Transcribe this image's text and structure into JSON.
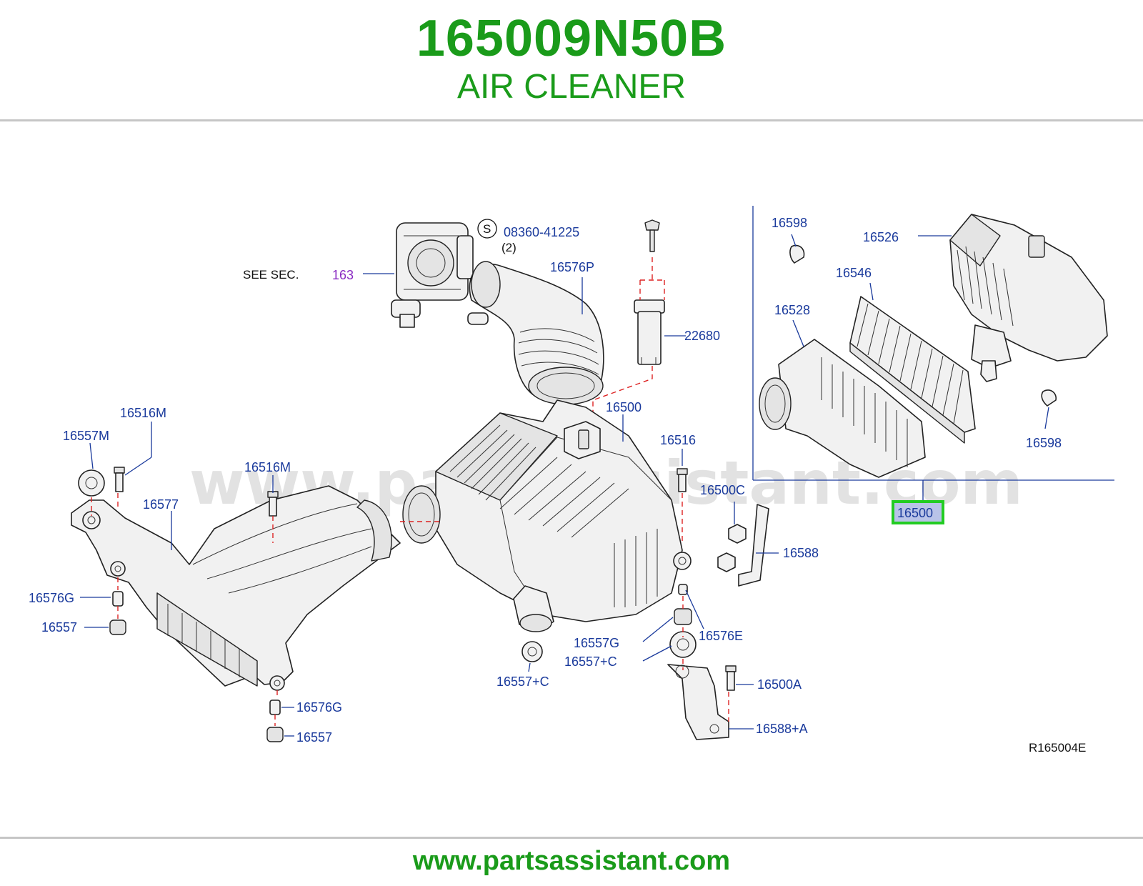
{
  "header": {
    "part_number": "165009N50B",
    "part_name": "AIR CLEANER",
    "brand_color": "#1a9b1a"
  },
  "footer": {
    "url": "www.partsassistant.com"
  },
  "diagram": {
    "see_sec_label": "SEE   SEC.",
    "see_sec_ref": "163",
    "screw_symbol": "S",
    "screw_part": "08360-41225",
    "screw_qty": "(2)",
    "diagram_code": "R165004E",
    "watermark": "www.partsassistant.com",
    "callout_color": "#1a3a9c",
    "highlight_color": "#22cc22",
    "highlighted_part": "16500",
    "callouts": {
      "p16576P": "16576P",
      "p22680": "22680",
      "p16500_main": "16500",
      "p16516M_left": "16516M",
      "p16557M": "16557M",
      "p16516M_mid": "16516M",
      "p16577": "16577",
      "p16576G_left": "16576G",
      "p16557_left": "16557",
      "p16576G_bottom": "16576G",
      "p16557_bottom": "16557",
      "p16557C_mid": "16557+C",
      "p16516": "16516",
      "p16500C": "16500C",
      "p16588": "16588",
      "p16576E": "16576E",
      "p16557G": "16557G",
      "p16557C_right": "16557+C",
      "p16500A": "16500A",
      "p16588A": "16588+A",
      "p16598_top": "16598",
      "p16526": "16526",
      "p16546": "16546",
      "p16528": "16528",
      "p16598_bottom": "16598",
      "p16500_boxed": "16500"
    }
  }
}
